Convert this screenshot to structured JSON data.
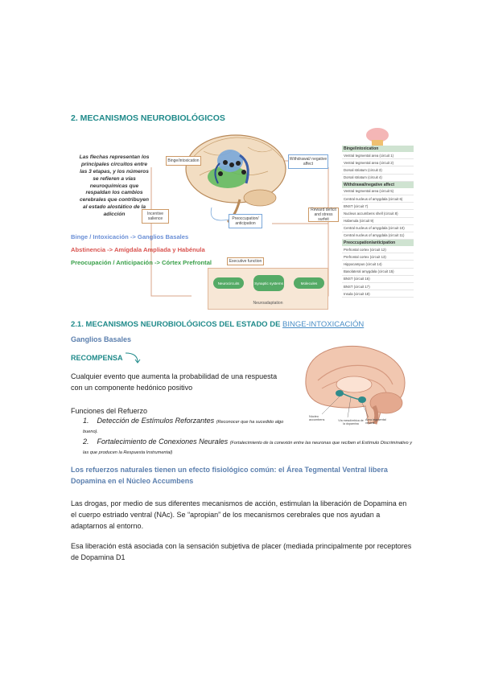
{
  "section": {
    "title": "2. MECANISMOS NEUROBIOLÓGICOS"
  },
  "figure": {
    "note": "Las flechas representan los principales circuitos entre las 3 etapas, y los números se refieren a vías neuroquímicas que respaldan los cambios cerebrales que contribuyen al estado alostático de la adicción",
    "boxes": {
      "binge": "Binge/intoxication",
      "withdrawal": "Withdrawal/ negative affect",
      "incentive": "Incentive salience",
      "reward": "Reward deficit and stress surfeit",
      "preoccupation": "Preoccupation/ anticipation",
      "executive": "Executive function",
      "neurocircuits": "Neurocircuits",
      "synaptic": "Synaptic systems",
      "molecules": "Molecules",
      "neuroadaptation": "Neuroadaptation"
    },
    "legend": [
      "Binge / Intoxicación -> Ganglios Basales",
      "Abstinencia -> Amígdala Ampliada y Habénula",
      "Preocupación / Anticipación -> Córtex Prefrontal"
    ],
    "panel": {
      "groups": [
        {
          "header": "Binge/intoxication",
          "items": [
            "Ventral tegmental area (circuit 1)",
            "Ventral tegmental area (circuit 2)",
            "Dorsal striatum (circuit 3)",
            "Dorsal striatum (circuit 4)"
          ]
        },
        {
          "header": "Withdrawal/negative affect",
          "items": [
            "Ventral tegmental area (circuit 5)",
            "Central nucleus of amygdala (circuit 6)",
            "BNST (circuit 7)",
            "Nucleus accumbens shell (circuit 8)",
            "Habenula (circuit 9)",
            "Central nucleus of amygdala (circuit 10)",
            "Central nucleus of amygdala (circuit 11)"
          ]
        },
        {
          "header": "Preoccupation/anticipation",
          "items": [
            "Prefrontal cortex (circuit 12)",
            "Prefrontal cortex (circuit 13)",
            "Hippocampus (circuit 14)",
            "Basolateral amygdala (circuit 15)",
            "BNST (circuit 16)",
            "BNST (circuit 17)",
            "Insula (circuit 18)"
          ]
        }
      ]
    }
  },
  "subsection": {
    "title_prefix": "2.1. MECANISMOS NEUROBIOLÓGICOS DEL ESTADO DE ",
    "title_link": "BINGE-INTOXICACIÓN",
    "ganglios": "Ganglios Basales",
    "recompensa": "RECOMPENSA",
    "definition": "Cualquier evento que aumenta la probabilidad de una respuesta con un componente hedónico positivo",
    "funciones_title": "Funciones del Refuerzo",
    "funciones": [
      {
        "num": "1.",
        "main": "Detección de Estímulos Reforzantes",
        "note": "(Reconocer que ha sucedido algo bueno)."
      },
      {
        "num": "2.",
        "main": "Fortalecimiento de Conexiones Neurales",
        "note": "(Fortalecimiento de la conexión entre las neuronas que reciben el Estímulo Discriminativo y las que producen la Respuesta Instrumental)"
      }
    ],
    "refuerzos": "Los refuerzos naturales tienen un efecto fisiológico común: el Área Tegmental Ventral libera Dopamina en el Núcleo Accumbens",
    "drogas": "Las drogas, por medio de sus diferentes mecanismos de acción, estimulan la liberación de Dopamina en el cuerpo estriado ventral (NAc). Se “apropian” de los mecanismos cerebrales que nos ayudan a adaptarnos al entorno.",
    "placer": "Esa liberación está asociada con la sensación subjetiva de placer (mediada principalmente por receptores de Dopamina D1",
    "brain_labels": {
      "accumbens": "Núcleo accumbens",
      "vta": "Área tegmental ventral",
      "dopamina": "Vía mesolímbica de la dopamina"
    }
  }
}
